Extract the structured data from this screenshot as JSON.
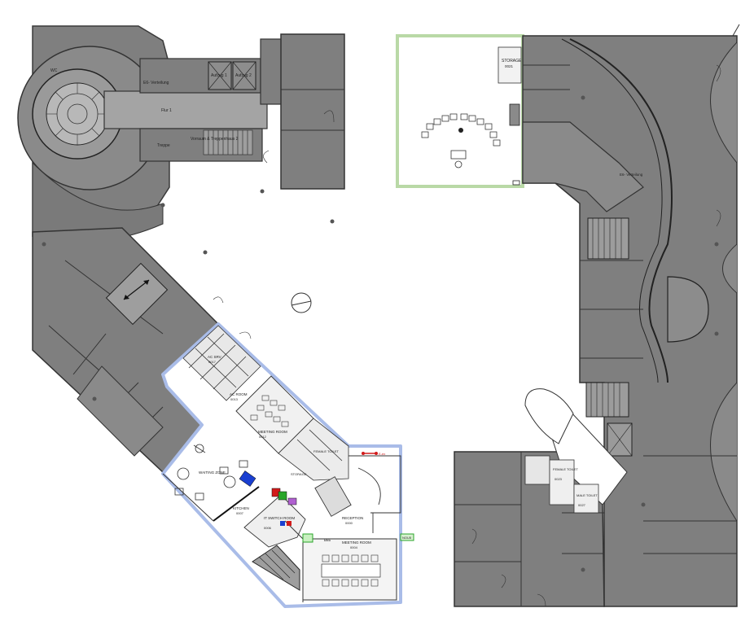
{
  "labels": {
    "top_left": {
      "verteilung": "E6- Verteilung",
      "aufzug1": "Aufzug 1",
      "aufzug2": "Aufzug 2",
      "flur": "Flur 1",
      "vorraum": "Vorraum & Treppenhaus 2",
      "treppe": "Treppe",
      "wc": "WC"
    },
    "top_middle": {
      "storage": "STORAGE",
      "storage_no": "0021"
    },
    "bottom_left": {
      "ac_server": "AC SRV",
      "ac_server_no": "0017",
      "ac_room": "AC ROOM",
      "ac_room_no": "0013",
      "meeting_room": "MEETING ROOM",
      "meeting_room_no": "0012",
      "female_toilet": "FEMALE TOILET",
      "waiting_zone": "WAITING ZONE",
      "kitchen": "KITCHEN",
      "kitchen_no": "0007",
      "it_switch": "IT SWITCH ROOM",
      "it_switch_no": "0006",
      "storage": "STORAGE",
      "reception": "RECEPTION",
      "reception_no": "0000",
      "meeting_room_2": "MEETING ROOM",
      "meeting_room_2_no": "0004",
      "b65": "B65",
      "exit_tag": "E-ex",
      "green_tag": "NOU5"
    },
    "right": {
      "verteilung": "E6- Verteilung",
      "female_toilet": "FEMALE TOILET",
      "female_toilet_no": "0023",
      "male_toilet": "MALE TOILET",
      "male_toilet_no": "0027"
    }
  },
  "colors": {
    "building": "#7f7f7f",
    "wall": "#3a3a3a",
    "highlight_blue": "#a9bce8",
    "highlight_green": "#b9d9a6",
    "exit_red": "#d21b1b",
    "marker_blue": "#1a3fd1",
    "marker_green": "#2aa52a",
    "marker_red": "#d21b1b",
    "marker_purple": "#b060d0"
  }
}
